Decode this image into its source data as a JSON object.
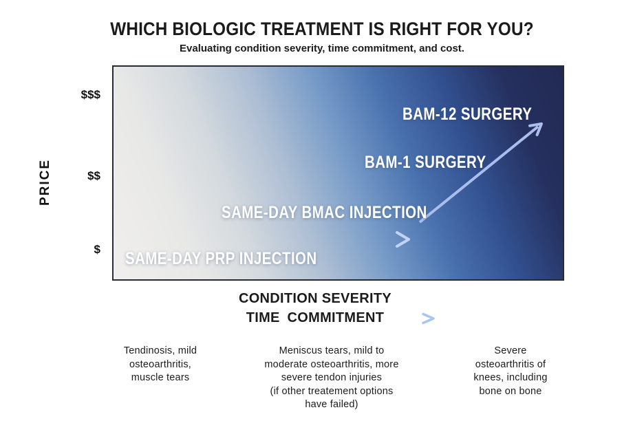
{
  "chart_data": {
    "type": "scatter",
    "title": "WHICH BIOLOGIC TREATMENT IS RIGHT FOR YOU?",
    "subtitle": "Evaluating condition severity, time commitment, and cost.",
    "ylabel": "PRICE",
    "ytick_labels": [
      "$$$",
      "$$",
      "$"
    ],
    "xlabel_lines": [
      "CONDITION SEVERITY",
      "TIME COMMITMENT"
    ],
    "grid": false,
    "legend": false,
    "points": [
      {
        "label": "SAME-DAY PRP INJECTION",
        "price_level": "$",
        "x_frac": 0.22,
        "y_frac": 0.92
      },
      {
        "label": "SAME-DAY BMAC INJECTION",
        "price_level": "$-$$",
        "x_frac": 0.46,
        "y_frac": 0.71
      },
      {
        "label": "BAM-1 SURGERY",
        "price_level": "$$",
        "x_frac": 0.68,
        "y_frac": 0.48
      },
      {
        "label": "BAM-12 SURGERY",
        "price_level": "$$$",
        "x_frac": 0.78,
        "y_frac": 0.25
      }
    ],
    "annotations": [
      {
        "name": "horizontal-arrow",
        "desc": "arrow pointing right across the chart at the $ price level"
      },
      {
        "name": "diagonal-arrow",
        "desc": "arrow rising up-right from BMAC injection level toward BAM-12 surgery"
      },
      {
        "name": "x-axis-arrow",
        "desc": "small right arrow after TIME COMMITMENT"
      }
    ],
    "background_gradient": [
      "#f0efed",
      "#e8e8e7",
      "#aebfd4",
      "#7499c7",
      "#4a72ae",
      "#32508f",
      "#222a52"
    ]
  },
  "severity_notes": [
    "Tendinosis, mild\nosteoarthritis,\nmuscle tears",
    "Meniscus tears, mild to\nmoderate osteoarthritis, more\nsevere tendon injuries\n(if other treatement options\nhave failed)",
    "Severe\nosteoarthritis of\nknees, including\nbone on bone"
  ],
  "colors": {
    "arrow_light_blue": "#b9cdf6",
    "arrow_muted_blue": "#8ba0ca",
    "diagonal_arrow": "#a9beec",
    "title_text": "#1b1b1b",
    "chart_label_text": "#ffffff",
    "chart_border": "#272b38"
  }
}
